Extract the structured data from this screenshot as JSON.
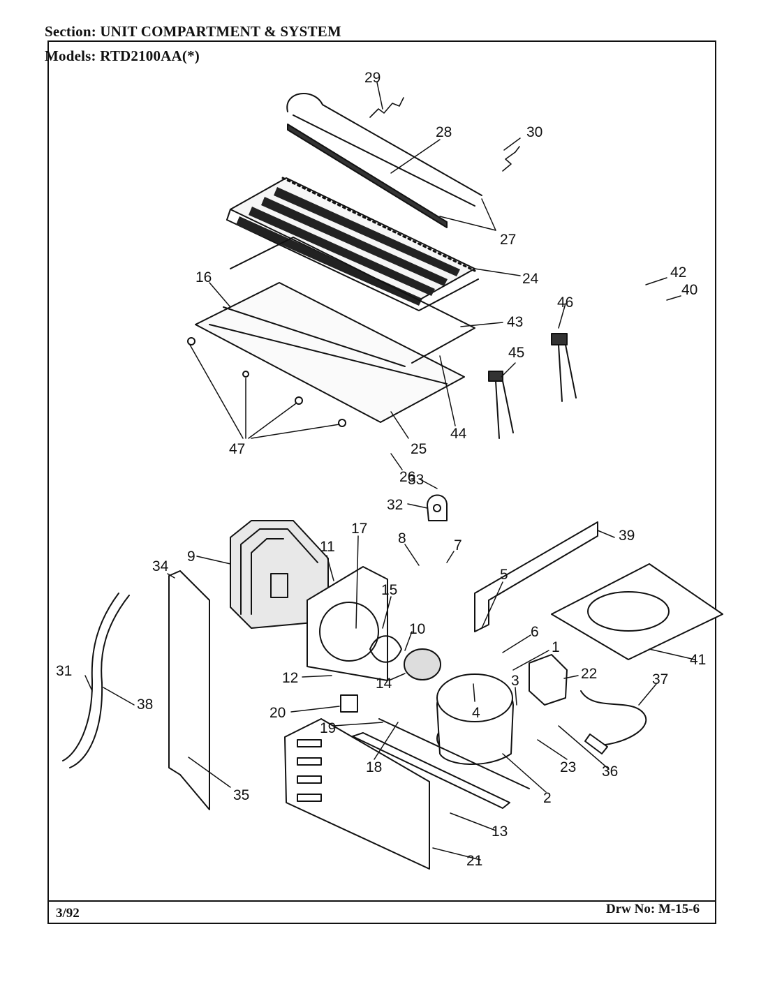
{
  "header": {
    "section_label": "Section:",
    "section_value": "UNIT COMPARTMENT & SYSTEM",
    "models_label": "Models:",
    "models_value": "RTD2100AA(*)"
  },
  "footer": {
    "date": "3/92",
    "drawing_number": "Drw No: M-15-6"
  },
  "callouts": [
    "29",
    "28",
    "30",
    "27",
    "24",
    "16",
    "43",
    "46",
    "45",
    "44",
    "25",
    "47",
    "26",
    "33",
    "32",
    "39",
    "42",
    "40",
    "9",
    "34",
    "11",
    "17",
    "8",
    "7",
    "5",
    "15",
    "10",
    "6",
    "1",
    "41",
    "22",
    "12",
    "14",
    "3",
    "37",
    "20",
    "31",
    "38",
    "4",
    "19",
    "23",
    "36",
    "18",
    "2",
    "35",
    "13",
    "21"
  ]
}
